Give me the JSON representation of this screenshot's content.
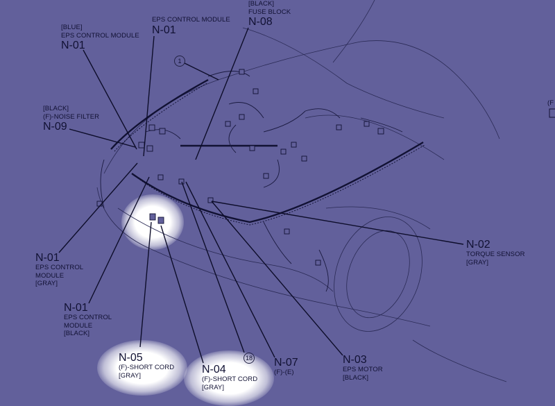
{
  "diagram": {
    "callouts": [
      {
        "id": "n01-blue",
        "color": "[BLUE]",
        "name": "EPS CONTROL MODULE",
        "code": "N-01"
      },
      {
        "id": "n01-top",
        "name": "EPS CONTROL MODULE",
        "code": "N-01"
      },
      {
        "id": "n08",
        "color": "[BLACK]",
        "name": "FUSE BLOCK",
        "code": "N-08"
      },
      {
        "id": "n09",
        "color": "[BLACK]",
        "name": "(F)-NOISE FILTER",
        "code": "N-09"
      },
      {
        "id": "n01-gray",
        "code": "N-01",
        "name1": "EPS CONTROL",
        "name2": "MODULE",
        "color": "[GRAY]"
      },
      {
        "id": "n01-black",
        "code": "N-01",
        "name1": "EPS CONTROL",
        "name2": "MODULE",
        "color": "[BLACK]"
      },
      {
        "id": "n05",
        "code": "N-05",
        "name": "(F)-SHORT CORD",
        "color": "[GRAY]"
      },
      {
        "id": "n04",
        "code": "N-04",
        "name": "(F)-SHORT CORD",
        "color": "[GRAY]"
      },
      {
        "id": "n07",
        "code": "N-07",
        "name": "(F)-(E)"
      },
      {
        "id": "n03",
        "code": "N-03",
        "name": "EPS MOTOR",
        "color": "[BLACK]"
      },
      {
        "id": "n02",
        "code": "N-02",
        "name": "TORQUE SENSOR",
        "color": "[GRAY]"
      }
    ],
    "markers": [
      "1",
      "18"
    ],
    "edge_label": "(F"
  },
  "colors": {
    "background": "#62609b",
    "ink": "#111133"
  }
}
